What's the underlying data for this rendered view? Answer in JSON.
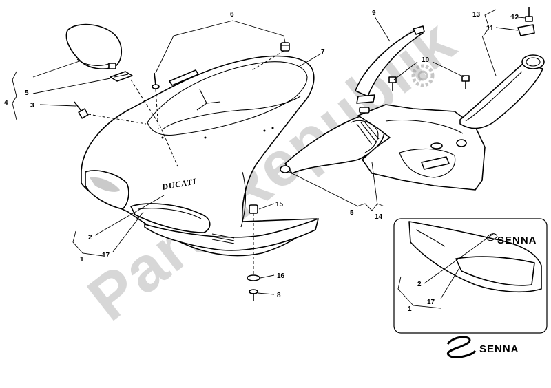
{
  "watermark": "PartsRepublik",
  "brand_text": "DUCATI",
  "inset_brand_text": "SENNA",
  "logo_text": "SENNA",
  "callouts": [
    {
      "id": "c1",
      "text": "1"
    },
    {
      "id": "c2",
      "text": "2"
    },
    {
      "id": "c3",
      "text": "3"
    },
    {
      "id": "c4",
      "text": "4"
    },
    {
      "id": "c5a",
      "text": "5"
    },
    {
      "id": "c5b",
      "text": "5"
    },
    {
      "id": "c6",
      "text": "6"
    },
    {
      "id": "c7",
      "text": "7"
    },
    {
      "id": "c8",
      "text": "8"
    },
    {
      "id": "c9",
      "text": "9"
    },
    {
      "id": "c10",
      "text": "10"
    },
    {
      "id": "c11",
      "text": "11"
    },
    {
      "id": "c12",
      "text": "12"
    },
    {
      "id": "c13",
      "text": "13"
    },
    {
      "id": "c14",
      "text": "14"
    },
    {
      "id": "c15",
      "text": "15"
    },
    {
      "id": "c16",
      "text": "16"
    },
    {
      "id": "c17",
      "text": "17"
    },
    {
      "id": "c1i",
      "text": "1"
    },
    {
      "id": "c2i",
      "text": "2"
    },
    {
      "id": "c17i",
      "text": "17"
    }
  ]
}
